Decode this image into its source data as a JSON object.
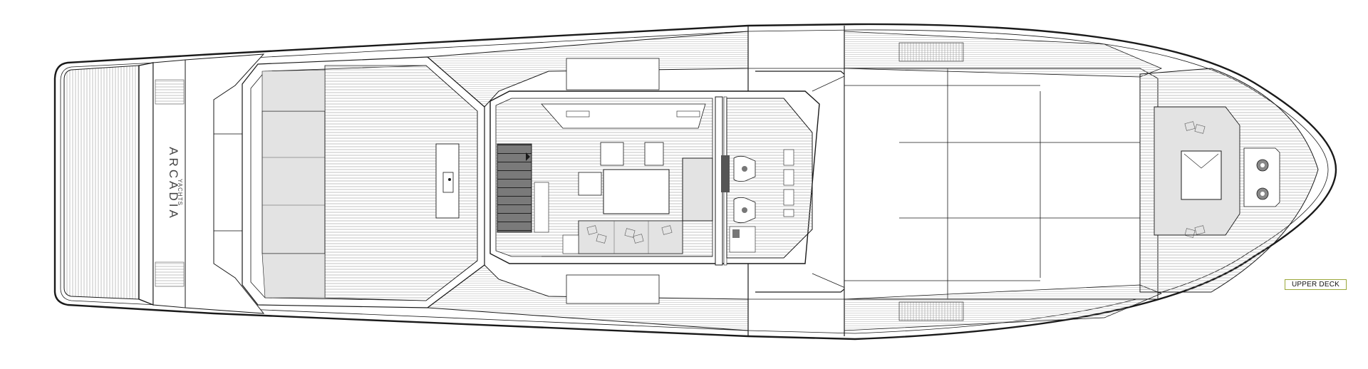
{
  "deck_label": "UPPER DECK",
  "brand": {
    "name": "ARCADIA",
    "sub": "YACHTS"
  },
  "colors": {
    "line": "#1a1a1a",
    "fine": "#8c8c8c",
    "teak": "#a6a6a6",
    "shade": "#e6e6e6",
    "stair": "#555555",
    "label_border": "#9aa83a"
  }
}
